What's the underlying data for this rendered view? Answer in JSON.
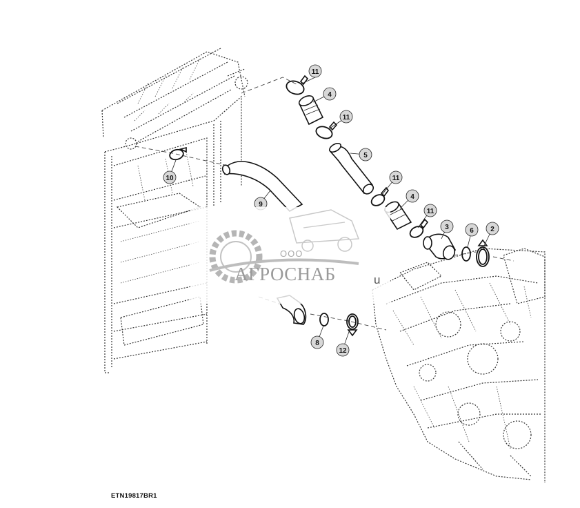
{
  "diagram": {
    "figure_code": "ETN19817BR1",
    "callouts": [
      {
        "id": "callout-11-top",
        "number": "11"
      },
      {
        "id": "callout-4-top",
        "number": "4"
      },
      {
        "id": "callout-11-second",
        "number": "11"
      },
      {
        "id": "callout-5",
        "number": "5"
      },
      {
        "id": "callout-11-third",
        "number": "11"
      },
      {
        "id": "callout-4-lower",
        "number": "4"
      },
      {
        "id": "callout-11-fourth",
        "number": "11"
      },
      {
        "id": "callout-3",
        "number": "3"
      },
      {
        "id": "callout-6",
        "number": "6"
      },
      {
        "id": "callout-2",
        "number": "2"
      },
      {
        "id": "callout-10",
        "number": "10"
      },
      {
        "id": "callout-9",
        "number": "9"
      },
      {
        "id": "callout-8",
        "number": "8"
      },
      {
        "id": "callout-12",
        "number": "12"
      }
    ]
  },
  "watermark": {
    "company_prefix": "ООО",
    "company_name": "АГРОСНАБ",
    "trailing_letter": "u"
  }
}
